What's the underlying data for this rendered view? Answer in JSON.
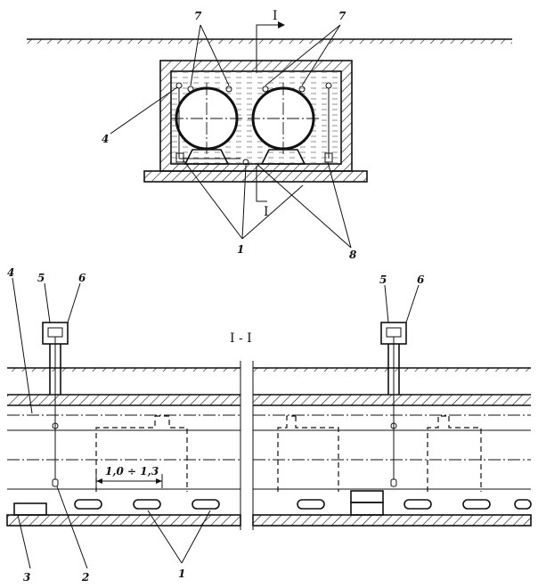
{
  "figure": {
    "top_view": {
      "section_mark": "I",
      "section_mark_lower": "I",
      "labels": {
        "l4": "4",
        "l7_left": "7",
        "l7_right": "7",
        "l1": "1",
        "l8": "8"
      }
    },
    "section_view": {
      "section_title": "I - I",
      "labels": {
        "l5_left": "5",
        "l6_left": "6",
        "l5_right": "5",
        "l6_right": "6",
        "l4": "4",
        "l3": "3",
        "l2": "2",
        "l1": "1"
      },
      "dimension": "1,0 ÷ 1,3"
    }
  }
}
